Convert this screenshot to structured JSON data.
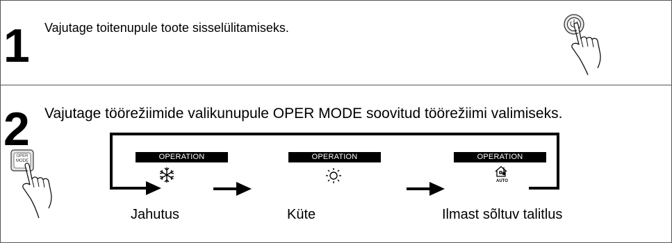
{
  "step1": {
    "number": "1",
    "text": "Vajutage toitenupule toote sisselülitamiseks.",
    "icon": "power-button-press-icon"
  },
  "step2": {
    "number": "2",
    "text": "Vajutage töörežiimide valikunupule OPER MODE soovitud töörežiimi valimiseks.",
    "button": {
      "line1": "OPER",
      "line2": "MODE",
      "icon": "oper-mode-button-press-icon"
    },
    "display_header": "OPERATION",
    "modes": [
      {
        "label": "Jahutus",
        "icon": "snowflake-icon"
      },
      {
        "label": "Küte",
        "icon": "sun-icon"
      },
      {
        "label": "Ilmast sõltuv talitlus",
        "icon": "auto-house-icon",
        "icon_text": "AUTO"
      }
    ]
  }
}
